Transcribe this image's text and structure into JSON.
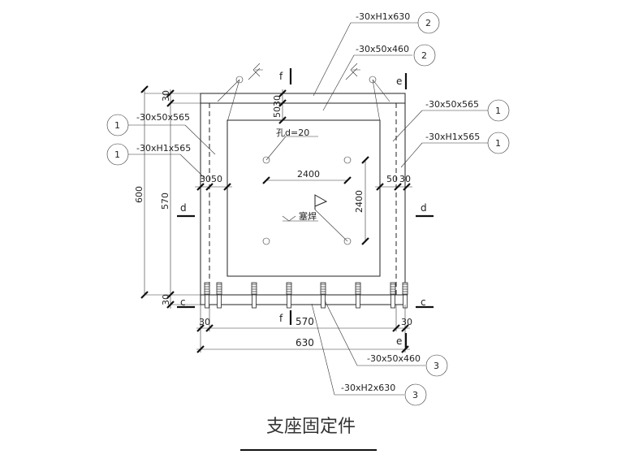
{
  "title": "支座固定件",
  "callouts": {
    "top_right_1": {
      "text": "-30xH1x630",
      "num": "2"
    },
    "top_right_2": {
      "text": "-30x50x460",
      "num": "2"
    },
    "left_1": {
      "text": "-30x50x565",
      "num": "1"
    },
    "left_2": {
      "text": "-30xH1x565",
      "num": "1"
    },
    "right_1": {
      "text": "-30x50x565",
      "num": "1"
    },
    "right_2": {
      "text": "-30xH1x565",
      "num": "1"
    },
    "bottom_1": {
      "text": "-30x50x460",
      "num": "3"
    },
    "bottom_2": {
      "text": "-30xH2x630",
      "num": "3"
    }
  },
  "section_marks": {
    "f": "f",
    "e": "e",
    "d": "d",
    "c": "c"
  },
  "dimensions": {
    "top_30": "30",
    "height_600": "600",
    "height_570": "570",
    "bottom_30": "30",
    "inner_50": "50",
    "inner_30": "30",
    "left_3050": "3050",
    "right_5030": "5030",
    "bottom_left_30": "30",
    "bottom_right_30": "30",
    "width_570": "570",
    "width_630": "630",
    "hole_spacing_h": "2400",
    "hole_spacing_v": "2400"
  },
  "notes": {
    "hole": "孔d=20",
    "weld": "塞焊"
  }
}
